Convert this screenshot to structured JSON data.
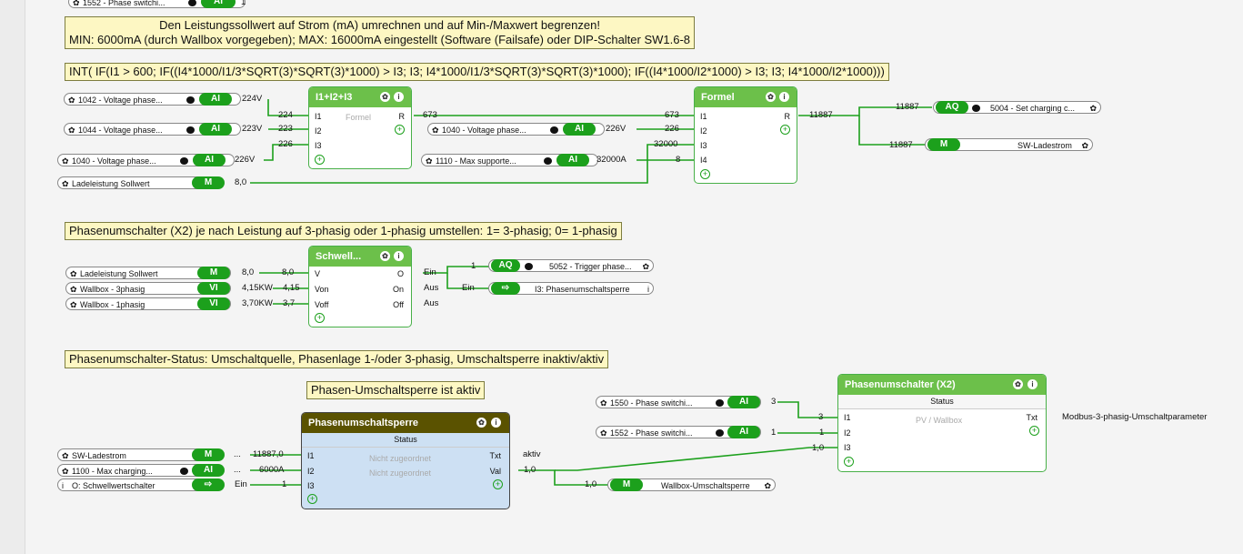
{
  "notes": {
    "title_line1": "Den Leistungssollwert auf Strom (mA) umrechnen und auf Min-/Maxwert begrenzen!",
    "title_line2": "MIN: 6000mA (durch Wallbox vorgegeben); MAX: 16000mA eingestellt (Software (Failsafe) oder DIP-Schalter SW1.6-8",
    "formula": "INT( IF(I1 > 600; IF((I4*1000/I1/3*SQRT(3)*SQRT(3)*1000) > I3; I3; I4*1000/I1/3*SQRT(3)*SQRT(3)*1000); IF((I4*1000/I2*1000) > I3; I3; I4*1000/I2*1000)))",
    "phase_switch": "Phasenumschalter (X2) je nach Leistung auf 3-phasig oder 1-phasig umstellen: 1= 3-phasig; 0= 1-phasig",
    "phase_status": "Phasenumschalter-Status: Umschaltquelle, Phasenlage 1-/oder 3-phasig, Umschaltsperre inaktiv/aktiv",
    "lock_active": "Phasen-Umschaltsperre ist aktiv"
  },
  "top_partial": {
    "label": "1552 - Phase switchi...",
    "tag": "AI",
    "value": "1"
  },
  "inputs": {
    "v1042": {
      "label": "1042 - Voltage phase...",
      "tag": "AI",
      "value": "224V",
      "wire": "224"
    },
    "v1044": {
      "label": "1044 - Voltage phase...",
      "tag": "AI",
      "value": "223V",
      "wire": "223"
    },
    "v1040a": {
      "label": "1040 - Voltage phase...",
      "tag": "AI",
      "value": "226V",
      "wire": "226"
    },
    "lade1": {
      "label": "Ladeleistung Sollwert",
      "tag": "M",
      "value": "8,0"
    },
    "v1040b": {
      "label": "1040 - Voltage phase...",
      "tag": "AI",
      "value": "226V",
      "wire": "226"
    },
    "i1110": {
      "label": "1110 - Max supporte...",
      "tag": "AI",
      "value": "32000A",
      "wire": "32000"
    },
    "lade2": {
      "label": "Ladeleistung Sollwert",
      "tag": "M",
      "value": "8,0",
      "wire": "8,0"
    },
    "wb3": {
      "label": "Wallbox - 3phasig",
      "tag": "VI",
      "value": "4,15KW",
      "wire": "4,15"
    },
    "wb1": {
      "label": "Wallbox - 1phasig",
      "tag": "VI",
      "value": "3,70KW",
      "wire": "3,7"
    },
    "sw_lade": {
      "label": "SW-Ladestrom",
      "tag": "M",
      "value": "...",
      "wire": "11887,0"
    },
    "i1100": {
      "label": "1100 - Max charging...",
      "tag": "AI",
      "value": "...",
      "wire": "6000A"
    },
    "schwell": {
      "label": "O: Schwellwertschalter",
      "value": "Ein",
      "wire": "1"
    },
    "p1550": {
      "label": "1550 - Phase switchi...",
      "tag": "AI",
      "value": "3",
      "wire": "3"
    },
    "p1552": {
      "label": "1552 - Phase switchi...",
      "tag": "AI",
      "value": "1",
      "wire": "1"
    }
  },
  "blocks": {
    "sum": {
      "title": "I1+I2+I3",
      "inner": "Formel",
      "in": [
        "I1",
        "I2",
        "I3"
      ],
      "out": "R",
      "out_value": "673"
    },
    "formel": {
      "title": "Formel",
      "in": [
        "I1",
        "I2",
        "I3",
        "I4"
      ],
      "out": "R",
      "out_value": "11887",
      "in_values": [
        "673",
        "226",
        "32000",
        "8"
      ]
    },
    "schwell": {
      "title": "Schwell...",
      "in": [
        "V",
        "Von",
        "Voff"
      ],
      "out": [
        "O",
        "On",
        "Off"
      ],
      "out_values": [
        "Ein",
        "Aus",
        "Aus"
      ]
    },
    "sperre": {
      "title": "Phasenumschaltsperre",
      "status": "Status",
      "in": [
        "I1",
        "I2",
        "I3"
      ],
      "inner": [
        "Nicht zugeordnet",
        "Nicht zugeordnet"
      ],
      "out": [
        "Txt",
        "Val"
      ],
      "out_values": [
        "aktiv",
        "1,0"
      ]
    },
    "x2": {
      "title": "Phasenumschalter (X2)",
      "status": "Status",
      "inner": "PV / Wallbox",
      "in": [
        "I1",
        "I2",
        "I3"
      ],
      "out": "Txt",
      "out_value": "Modbus-3-phasig-Umschaltparameter",
      "i3_value": "1,0"
    }
  },
  "outputs": {
    "aq5004": {
      "label": "5004 - Set charging c...",
      "tag": "AQ",
      "wire": "11887"
    },
    "swlade": {
      "label": "SW-Ladestrom",
      "tag": "M",
      "wire": "11887"
    },
    "aq5052": {
      "label": "5052 - Trigger phase...",
      "tag": "AQ",
      "wire": "1"
    },
    "i3sperre": {
      "label": "I3: Phasenumschaltsperre",
      "wire": "Ein"
    },
    "wbum": {
      "label": "Wallbox-Umschaltsperre",
      "tag": "M",
      "wire": "1,0"
    }
  },
  "colors": {
    "accent": "#1ca01c",
    "block_header": "#6cc04a",
    "dark_header": "#5a5200",
    "note_bg": "#fdf7c3"
  }
}
